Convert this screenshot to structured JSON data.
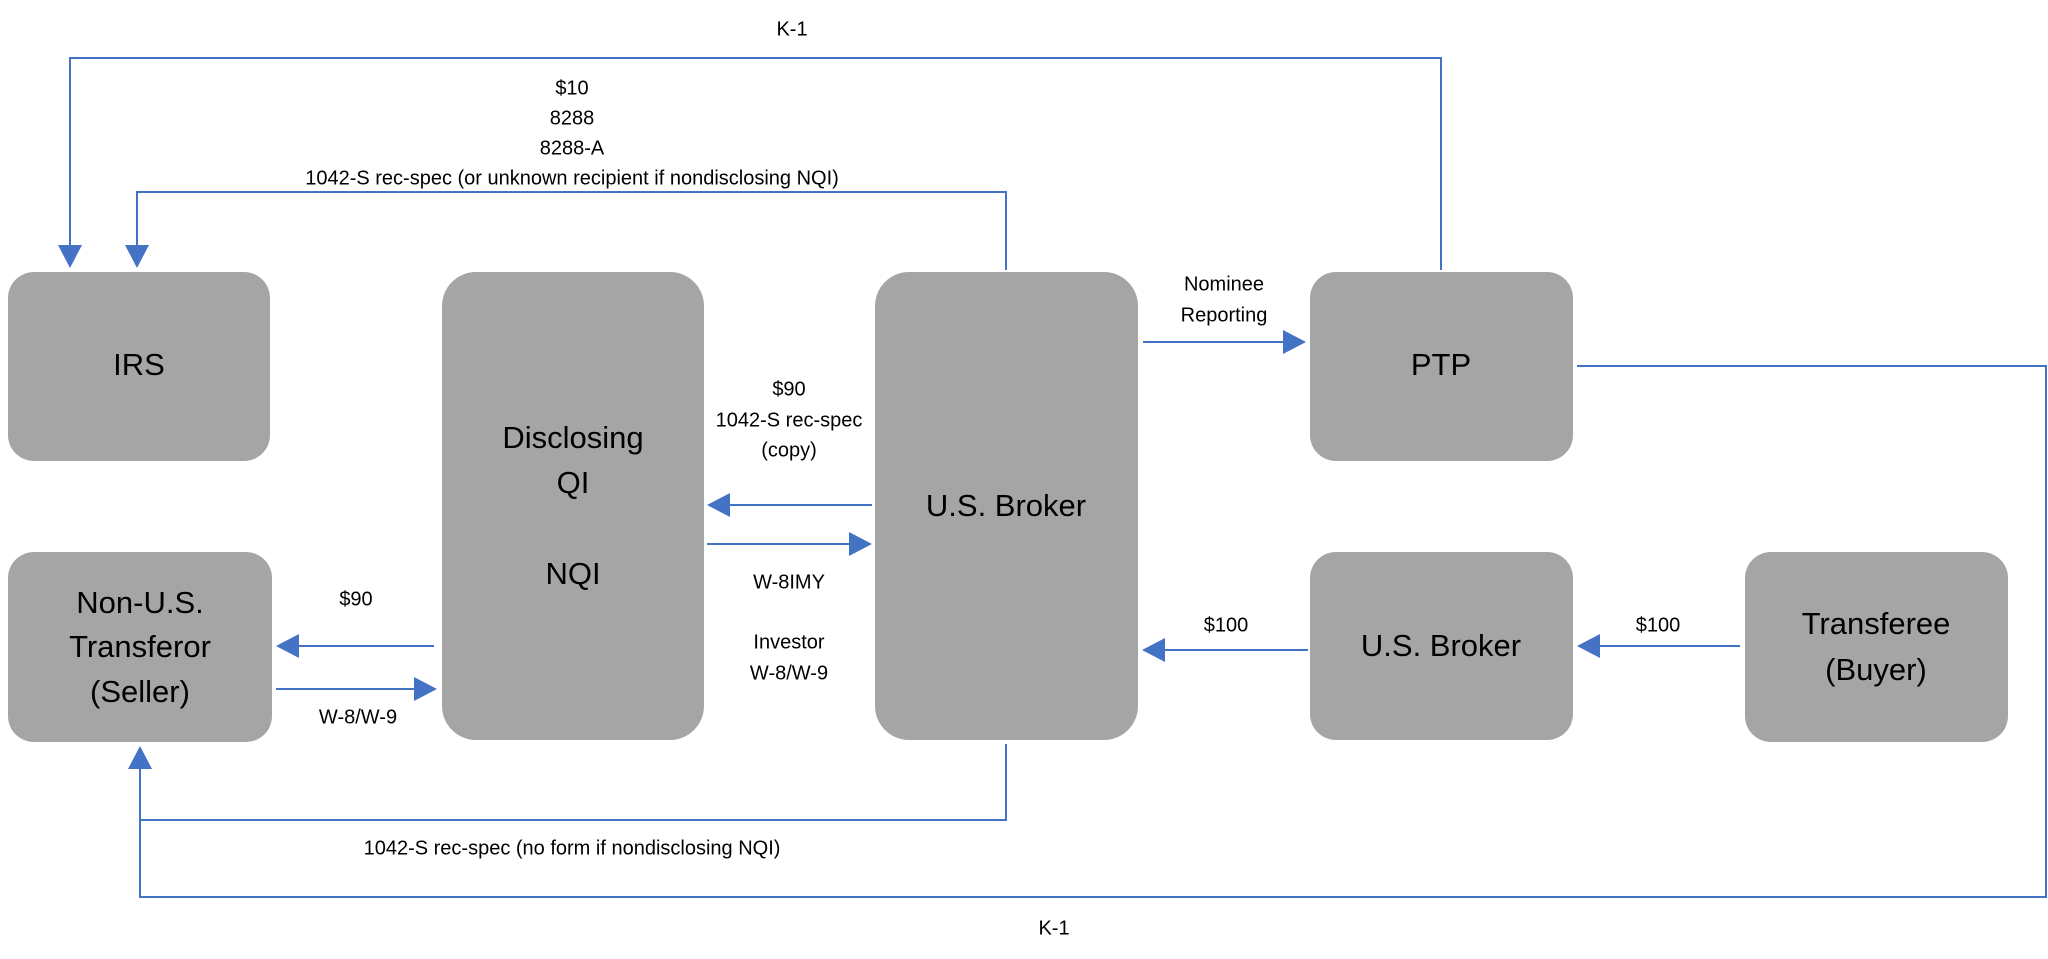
{
  "title": "PTP interest transfer withholding and reporting flow",
  "colors": {
    "node_fill": "#A5A5A5",
    "arrow": "#4472C4",
    "text": "#000000"
  },
  "nodes": {
    "irs": {
      "lines": [
        "IRS"
      ]
    },
    "disclosing": {
      "lines": [
        "Disclosing",
        "QI",
        "",
        "NQI"
      ]
    },
    "broker_center": {
      "lines": [
        "U.S. Broker"
      ]
    },
    "ptp": {
      "lines": [
        "PTP"
      ]
    },
    "transferor": {
      "lines": [
        "Non-U.S.",
        "Transferor",
        "(Seller)"
      ]
    },
    "broker_right": {
      "lines": [
        "U.S. Broker"
      ]
    },
    "transferee": {
      "lines": [
        "Transferee",
        "(Buyer)"
      ]
    }
  },
  "edges": {
    "k1_to_irs": {
      "from": "PTP",
      "to": "IRS",
      "labels": [
        "K-1"
      ]
    },
    "broker_to_irs": {
      "from": "U.S. Broker",
      "to": "IRS",
      "labels": [
        "$10",
        "8288",
        "8288-A",
        "1042-S rec-spec (or unknown recipient if nondisclosing NQI)"
      ]
    },
    "nominee": {
      "from": "U.S. Broker",
      "to": "PTP",
      "labels": [
        "Nominee",
        "Reporting"
      ]
    },
    "broker_to_qi": {
      "from": "U.S. Broker",
      "to": "Disclosing QI / NQI",
      "labels": [
        "$90",
        "1042-S rec-spec",
        "(copy)"
      ]
    },
    "qi_to_broker": {
      "from": "Disclosing QI / NQI",
      "to": "U.S. Broker",
      "labels": [
        "W-8IMY",
        "",
        "Investor",
        "W-8/W-9"
      ]
    },
    "qi_to_seller": {
      "from": "Disclosing QI / NQI",
      "to": "Non-U.S. Transferor",
      "labels": [
        "$90"
      ]
    },
    "seller_to_qi": {
      "from": "Non-U.S. Transferor",
      "to": "Disclosing QI / NQI",
      "labels": [
        "W-8/W-9"
      ]
    },
    "broker_right_to_center": {
      "from": "U.S. Broker (buyer side)",
      "to": "U.S. Broker",
      "labels": [
        "$100"
      ]
    },
    "buyer_to_broker": {
      "from": "Transferee",
      "to": "U.S. Broker (buyer side)",
      "labels": [
        "$100"
      ]
    },
    "broker_to_seller": {
      "from": "U.S. Broker",
      "to": "Non-U.S. Transferor",
      "labels": [
        "1042-S rec-spec (no form if nondisclosing NQI)"
      ]
    },
    "k1_to_seller": {
      "from": "PTP",
      "to": "Non-U.S. Transferor",
      "labels": [
        "K-1"
      ]
    }
  }
}
